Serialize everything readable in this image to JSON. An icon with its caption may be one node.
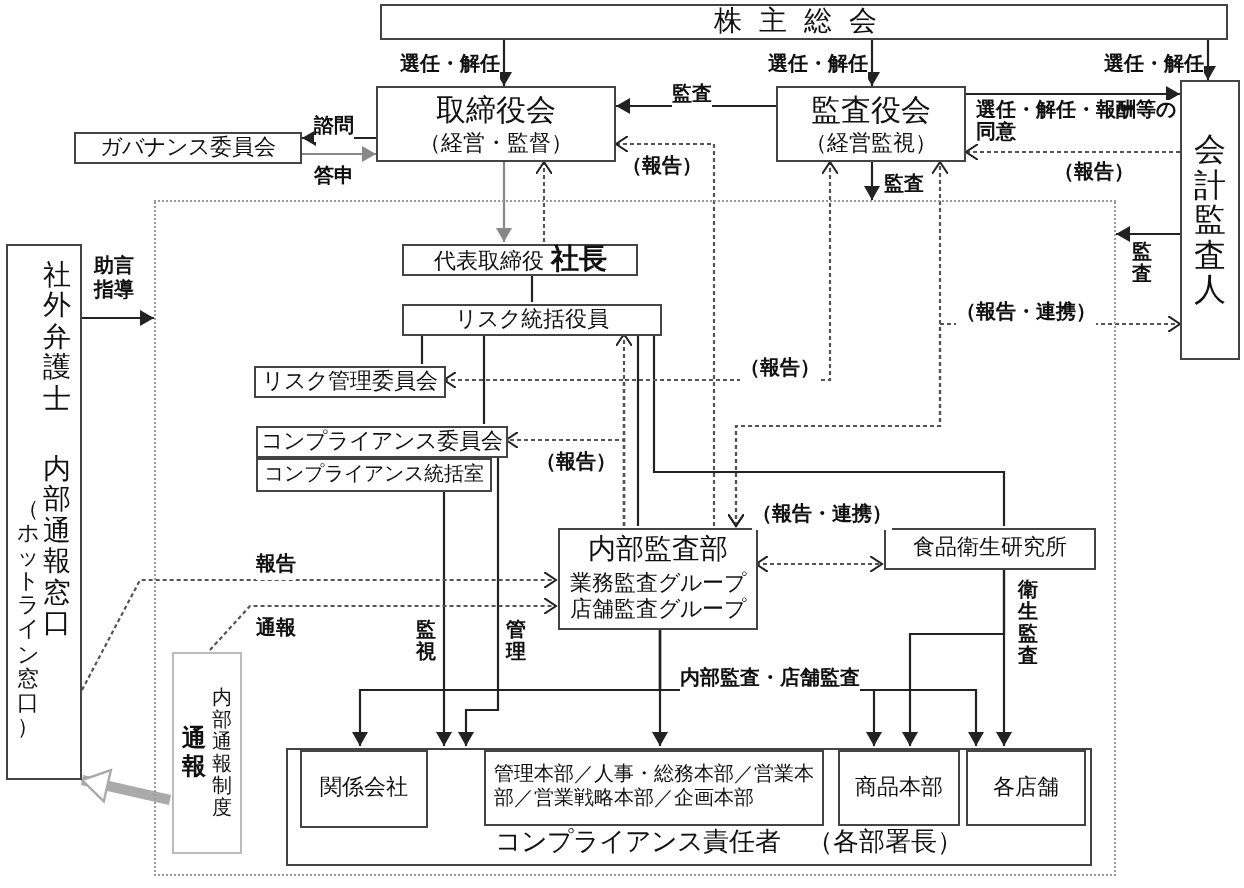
{
  "diagram": {
    "nodes": [
      {
        "text": [
          "株主総会"
        ]
      },
      {
        "text": [
          "取締役会",
          "（経営・監督）"
        ]
      },
      {
        "text": [
          "ガバナンス委員会"
        ]
      },
      {
        "text": [
          "監査役会",
          "（経営監視）"
        ]
      },
      {
        "text": [
          "会計監査人"
        ]
      },
      {
        "text": [
          "社外弁護士",
          "（ホットライン窓口）",
          "内部通報窓口"
        ]
      },
      {
        "text": [],
        "shape": "box"
      },
      {
        "text": [
          "代表取締役 **社長**"
        ],
        "in": 6
      },
      {
        "text": [
          "リスク統括役員"
        ],
        "in": 6
      },
      {
        "text": [
          "リスク管理委員会"
        ],
        "in": 6
      },
      {
        "text": [
          "コンプライアンス委員会"
        ],
        "in": 6
      },
      {
        "text": [
          "コンプライアンス統括室"
        ],
        "in": 6
      },
      {
        "text": [
          "内部監査部",
          "業務監査グループ",
          "店舗監査グループ"
        ],
        "in": 6
      },
      {
        "text": [
          "食品衛生研究所"
        ],
        "in": 6
      },
      {
        "text": [
          "通報",
          "内部通報制度"
        ],
        "in": 6
      },
      {
        "text": [
          "コンプライアンス責任者　（各部署長）"
        ],
        "in": 6
      },
      {
        "text": [
          "関係会社"
        ],
        "in": 15
      },
      {
        "text": [
          "管理本部／人事・総務本部／営業本部／営業戦略本部／企画本部"
        ],
        "in": 15
      },
      {
        "text": [
          "商品本部"
        ],
        "in": 15
      },
      {
        "text": [
          "各店舗"
        ],
        "in": 15
      }
    ],
    "edges": [
      {
        "from": 0,
        "to": 1,
        "arrow": "to",
        "label": "選任・解任"
      },
      {
        "from": 0,
        "to": 3,
        "arrow": "to",
        "label": "選任・解任"
      },
      {
        "from": 0,
        "to": 4,
        "arrow": "to",
        "label": "選任・解任"
      },
      {
        "from": 1,
        "to": 2,
        "arrow": "to",
        "label": "諮問"
      },
      {
        "from": 2,
        "to": 1,
        "arrow": "to",
        "label": "答申",
        "color": "#888888"
      },
      {
        "from": 3,
        "to": 1,
        "arrow": "to",
        "label": "監査"
      },
      {
        "from": 3,
        "to": 4,
        "arrow": "to",
        "label": "選任・解任・報酬等の同意"
      },
      {
        "from": 4,
        "to": 3,
        "arrow": "to",
        "label": "（報告）",
        "style": "dashed"
      },
      {
        "from": 3,
        "to": 6,
        "arrow": "to",
        "label": "監査"
      },
      {
        "from": 4,
        "to": 6,
        "arrow": "to",
        "label": "監査"
      },
      {
        "from": 5,
        "to": 6,
        "arrow": "to",
        "label": "助言指導"
      },
      {
        "from": 1,
        "to": 7,
        "arrow": "to",
        "color": "#888888"
      },
      {
        "from": 7,
        "to": 1,
        "arrow": "to",
        "style": "dashed"
      },
      {
        "from": 7,
        "to": 8,
        "arrow": "none"
      },
      {
        "from": 8,
        "to": 9,
        "arrow": "none"
      },
      {
        "from": 8,
        "to": 10,
        "arrow": "none"
      },
      {
        "from": 8,
        "to": 12,
        "arrow": "none"
      },
      {
        "from": 8,
        "to": 13,
        "arrow": "none"
      },
      {
        "from": 12,
        "to": 1,
        "arrow": "to",
        "label": "（報告）",
        "style": "dashed"
      },
      {
        "from": 12,
        "to": 3,
        "arrow": "to",
        "label": "（報告）",
        "style": "dashed"
      },
      {
        "from": 12,
        "to": 8,
        "arrow": "to",
        "style": "dashed"
      },
      {
        "from": 12,
        "to": 9,
        "arrow": "to",
        "style": "dashed"
      },
      {
        "from": 12,
        "to": 10,
        "arrow": "to",
        "label": "（報告）",
        "style": "dashed"
      },
      {
        "from": 12,
        "to": 3,
        "arrow": "both",
        "style": "dashed"
      },
      {
        "from": 12,
        "to": 4,
        "arrow": "both",
        "label": "（報告・連携）",
        "style": "dashed"
      },
      {
        "from": 12,
        "to": 13,
        "arrow": "both",
        "label": "（報告・連携）",
        "style": "dashed"
      },
      {
        "from": 11,
        "to": 15,
        "arrow": "to",
        "label": "監視"
      },
      {
        "from": 10,
        "to": 15,
        "arrow": "to",
        "label": "管理"
      },
      {
        "from": 12,
        "to": 16,
        "arrow": "to",
        "label": "内部監査・店舗監査"
      },
      {
        "from": 12,
        "to": 17,
        "arrow": "to"
      },
      {
        "from": 12,
        "to": 18,
        "arrow": "to"
      },
      {
        "from": 12,
        "to": 19,
        "arrow": "to"
      },
      {
        "from": 13,
        "to": 18,
        "arrow": "to"
      },
      {
        "from": 13,
        "to": 19,
        "arrow": "to",
        "label": "衛生監査"
      },
      {
        "from": 5,
        "to": 12,
        "arrow": "to",
        "label": "報告",
        "style": "dashed"
      },
      {
        "from": 14,
        "to": 12,
        "arrow": "to",
        "label": "通報",
        "style": "dashed"
      },
      {
        "from": 14,
        "to": 5,
        "arrow": "to",
        "style": "thick",
        "color": "#aaaaaa"
      }
    ]
  }
}
